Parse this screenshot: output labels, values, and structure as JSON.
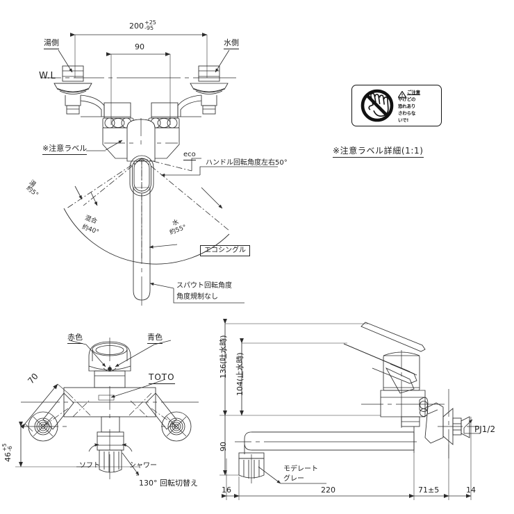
{
  "drawing": {
    "title": "TOTO single-lever wall-mount kitchen faucet technical drawing",
    "brand": "TOTO",
    "line_color": "#2b2b2b",
    "accent_color": "#111111",
    "background": "#ffffff"
  },
  "top_view": {
    "dim_overall": "200",
    "dim_overall_tol_plus": "+25",
    "dim_overall_tol_minus": "-95",
    "dim_center": "90",
    "label_hot": "湯側",
    "label_cold": "水側",
    "waterline": "W.L",
    "label_caution": "※注意ラベル",
    "label_eco": "eco",
    "label_handle_rotation": "ハンドル回転角度左右50°",
    "angle_hot_name": "湯",
    "angle_hot_value": "約5°",
    "angle_mix_name": "混合",
    "angle_mix_value": "約40°",
    "angle_cold_name": "水",
    "angle_cold_value": "約55°",
    "badge_eco_single": "エコシングル",
    "label_spout_rotation_l1": "スパウト回転角度",
    "label_spout_rotation_l2": "角度規制なし"
  },
  "caution_detail": {
    "caption": "※注意ラベル詳細(1:1)",
    "icon": "no-touch-hand-icon",
    "warn_icon": "warning-triangle-icon",
    "text_lines": [
      "ご注意",
      "やけどの",
      "恐れあり",
      "さわらな",
      "いで!"
    ]
  },
  "front_view": {
    "label_red": "赤色",
    "label_blue": "青色",
    "label_brand": "TOTO",
    "dim_70": "70",
    "dim_46": "46",
    "dim_46_tol_plus": "+5",
    "dim_46_tol_minus": "-6",
    "label_soft": "ソフト",
    "label_shower": "シャワー",
    "label_switch": "130° 回転切替え"
  },
  "side_view": {
    "dim_136": "136(吐水時)",
    "dim_104": "104(止水時)",
    "dim_90": "90",
    "dim_16": "16",
    "dim_220": "220",
    "dim_71": "71±5",
    "dim_14": "14",
    "label_thread": "PJ1/2",
    "label_moderate_l1": "モデレート",
    "label_moderate_l2": "グレー"
  }
}
